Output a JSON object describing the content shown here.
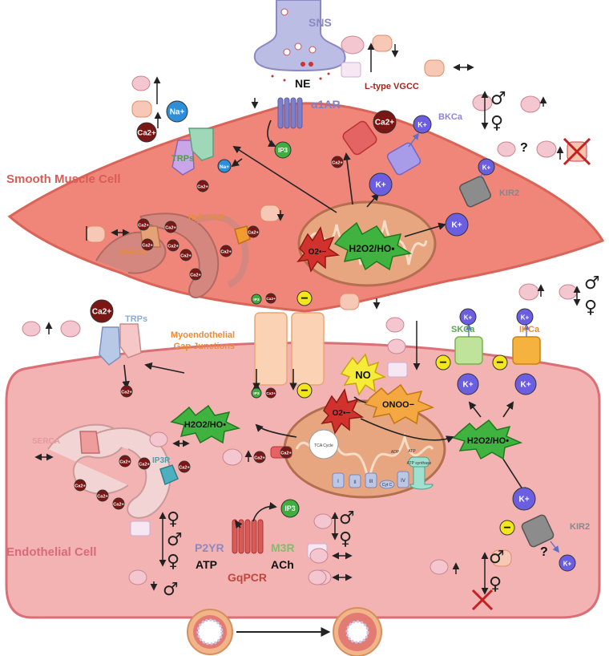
{
  "labels": {
    "smooth_muscle_cell": "Smooth Muscle Cell",
    "endothelial_cell": "Endothelial Cell",
    "sns": "SNS",
    "ne": "NE",
    "alpha1ar": "α1AR",
    "l_type_vgcc": "L-type VGCC",
    "bkca": "BKCa",
    "trps": "TRPs",
    "kir2": "KIR2",
    "ryr_ip3r": "RyR IP3R",
    "serca": "SERCA",
    "myoendothelial_gap_junctions": "Myoendothelial\nGap Junctions",
    "skca": "SKCa",
    "ikca": "IKCa",
    "ip3r": "IP3R",
    "p2yr": "P2YR",
    "atp": "ATP",
    "gqpcr": "GqPCR",
    "m3r": "M3R",
    "ach": "ACh",
    "question_mark": "?"
  },
  "chem": {
    "na": "Na+",
    "ca": "Ca2+",
    "k": "K+",
    "ip3": "IP3",
    "h2o2": "H2O2/HO•",
    "o2": "O2•−",
    "no": "NO",
    "onoo": "ONOO−",
    "minus": "−",
    "tca": "TCA Cycle",
    "atp_synthase": "ATP synthase",
    "cyt_c": "Cyt C",
    "adp": "ADP",
    "atp_small": "ATP",
    "complex_i": "I",
    "complex_ii": "II",
    "complex_iii": "III",
    "complex_iv": "IV"
  },
  "symbols": {
    "male": "♂",
    "female": "♀"
  },
  "colors": {
    "smc_fill": "#f0857a",
    "smc_stroke": "#d96458",
    "ec_fill": "#f4b3b3",
    "ec_stroke": "#db6f75",
    "er_smc": "#d4877f",
    "er_ec": "#f2d4d4",
    "mito_fill": "#e8a680",
    "mito_stroke": "#b36f4f",
    "ros_green": "#3fb23f",
    "ros_red": "#d2322d",
    "k_ion": "#6b5ee0",
    "ca_ion": "#7a1614",
    "na_ion": "#2d8fd8",
    "ip3_ion": "#3fae3f",
    "minus_yellow": "#f3e61a",
    "no_yellow": "#f5ec3a",
    "onoo_orange": "#f5a742"
  }
}
